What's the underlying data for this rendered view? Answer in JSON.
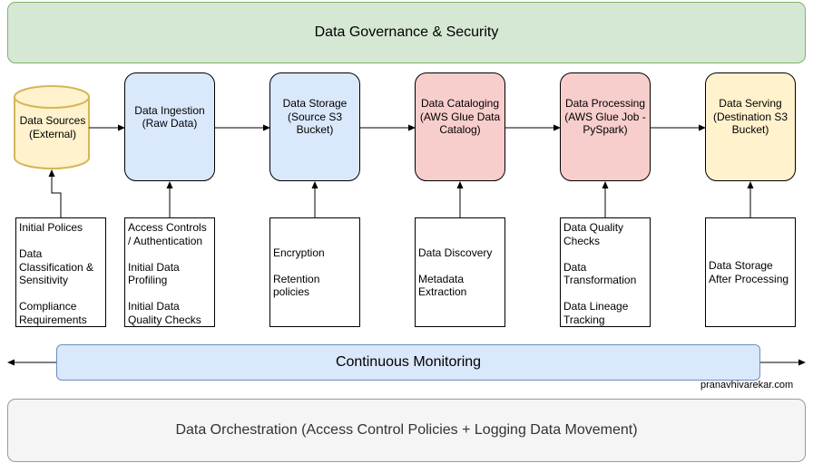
{
  "governance": {
    "label": "Data Governance & Security"
  },
  "monitoring": {
    "label": "Continuous Monitoring"
  },
  "orchestration": {
    "label": "Data Orchestration (Access Control Policies + Logging Data Movement)"
  },
  "credit": "pranavhivarekar.com",
  "stages": [
    {
      "label": "Data Sources\n(External)",
      "shape": "cylinder",
      "color": "#fff2cc",
      "stroke": "#d6b656"
    },
    {
      "label": "Data Ingestion\n(Raw Data)",
      "color": "#dae8fc"
    },
    {
      "label": "Data Storage\n(Source S3\nBucket)",
      "color": "#dae8fc"
    },
    {
      "label": "Data Cataloging\n(AWS Glue Data\nCatalog)",
      "color": "#f8cecc"
    },
    {
      "label": "Data Processing\n(AWS Glue Job -\nPySpark)",
      "color": "#f8cecc"
    },
    {
      "label": "Data Serving\n(Destination S3\nBucket)",
      "color": "#fff2cc"
    }
  ],
  "notes": [
    {
      "items": [
        "Initial Polices",
        "Data Classification & Sensitivity",
        "Compliance Requirements"
      ]
    },
    {
      "items": [
        "Access Controls / Authentication",
        "Initial Data Profiling",
        "Initial Data Quality Checks"
      ]
    },
    {
      "items": [
        "Encryption",
        "Retention policies"
      ]
    },
    {
      "items": [
        "Data Discovery",
        "Metadata Extraction"
      ]
    },
    {
      "items": [
        "Data Quality Checks",
        "Data Transformation",
        "Data Lineage Tracking"
      ]
    },
    {
      "items": [
        "Data Storage After Processing"
      ]
    }
  ]
}
